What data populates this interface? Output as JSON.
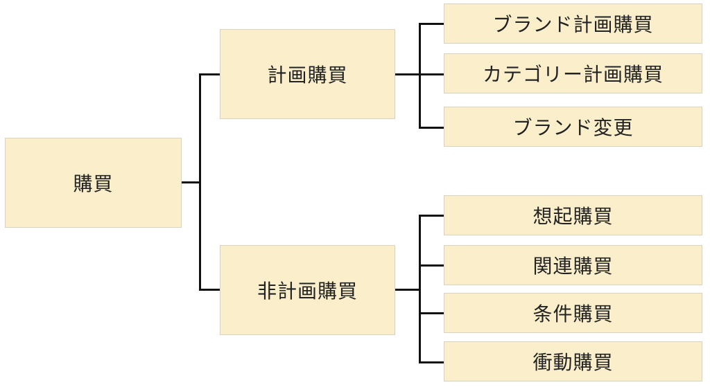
{
  "diagram": {
    "root": {
      "label": "購買"
    },
    "branches": [
      {
        "label": "計画購買",
        "children": [
          "ブランド計画購買",
          "カテゴリー計画購買",
          "ブランド変更"
        ]
      },
      {
        "label": "非計画購買",
        "children": [
          "想起購買",
          "関連購買",
          "条件購買",
          "衝動購買"
        ]
      }
    ]
  }
}
